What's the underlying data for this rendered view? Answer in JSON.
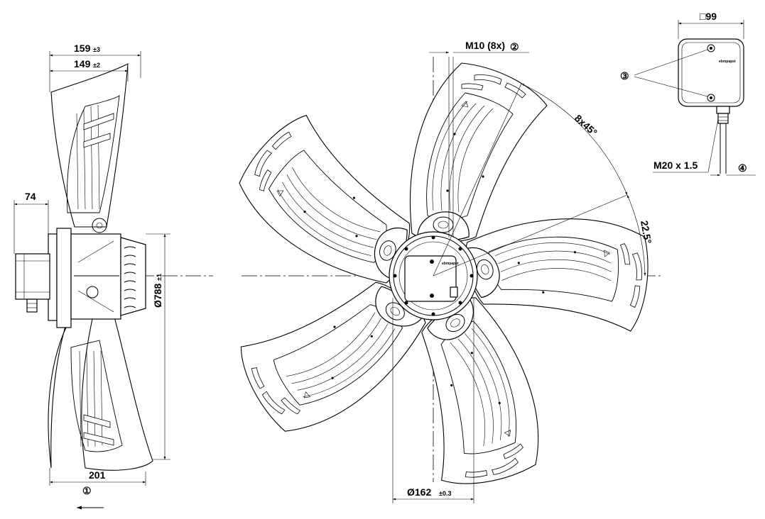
{
  "drawing": {
    "side_view": {
      "dim_overall_width": "159",
      "dim_overall_width_tol": "±3",
      "dim_blade_width": "149",
      "dim_blade_width_tol": "±2",
      "dim_motor_offset": "74",
      "dim_diameter": "Ø788",
      "dim_diameter_tol": "±1",
      "dim_base_width": "201",
      "callout_airflow": "①"
    },
    "front_view": {
      "thread_label": "M10 (8x)",
      "callout_thread": "②",
      "angle_pitch": "8x45°",
      "angle_offset": "22.5°",
      "dim_bolt_circle": "Ø162",
      "dim_bolt_circle_tol": "±0.3",
      "brand_mark": "ebmpapst"
    },
    "terminal_box": {
      "dim_box_size": "□99",
      "callout_screws": "③",
      "gland_label": "M20 x 1.5",
      "callout_cable": "④",
      "brand_mark": "ebmpapst"
    }
  }
}
